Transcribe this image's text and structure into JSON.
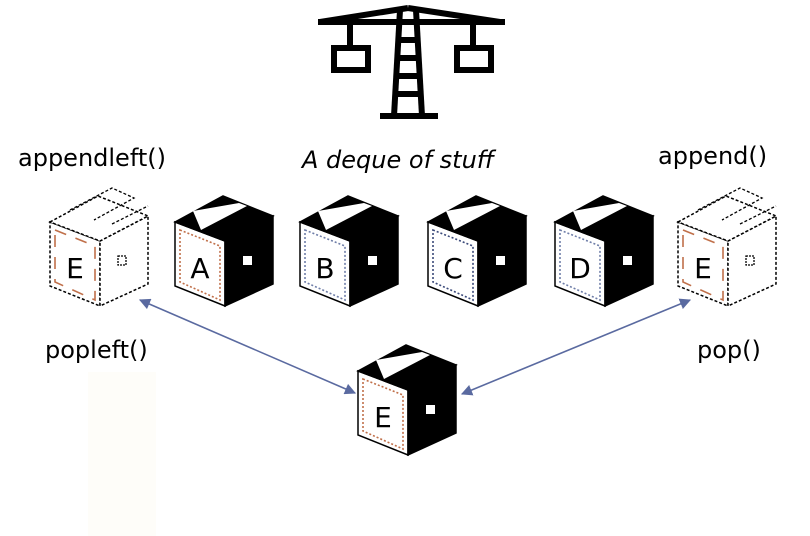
{
  "title": "A deque of stuff",
  "labels": {
    "appendleft": "appendleft()",
    "append": "append()",
    "popleft": "popleft()",
    "pop": "pop()"
  },
  "boxes": [
    {
      "letter": "E",
      "style": "open",
      "accent": "#c0704a"
    },
    {
      "letter": "A",
      "style": "closed",
      "accent": "#c0704a"
    },
    {
      "letter": "B",
      "style": "closed",
      "accent": "#6f7ea8"
    },
    {
      "letter": "C",
      "style": "closed",
      "accent": "#3b4a7a"
    },
    {
      "letter": "D",
      "style": "closed",
      "accent": "#6f7ea8"
    },
    {
      "letter": "E",
      "style": "open",
      "accent": "#c0704a"
    }
  ],
  "popped_box": {
    "letter": "E",
    "accent": "#c0704a"
  },
  "colors": {
    "arrow": "#5a6aa0",
    "ink": "#000000"
  }
}
